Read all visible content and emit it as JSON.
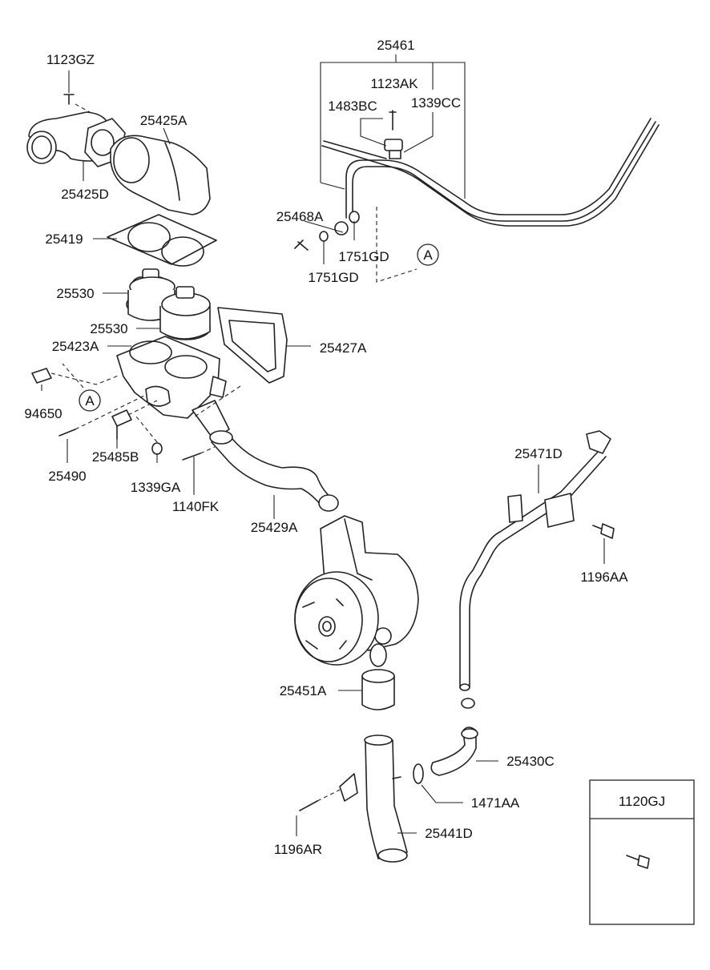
{
  "diagram": {
    "callouts": {
      "c25461": "25461",
      "c1123AK": "1123AK",
      "c1483BC": "1483BC",
      "c1339CC": "1339CC",
      "c1123GZ": "1123GZ",
      "c25425A": "25425A",
      "c25425D": "25425D",
      "c25419": "25419",
      "c25468A": "25468A",
      "c1751GD_a": "1751GD",
      "c1751GD_b": "1751GD",
      "c25530_a": "25530",
      "c25530_b": "25530",
      "c25423A": "25423A",
      "c25427A": "25427A",
      "c94650": "94650",
      "c25485B": "25485B",
      "c25490": "25490",
      "c1339GA": "1339GA",
      "c1140FK": "1140FK",
      "c25429A": "25429A",
      "c25471D": "25471D",
      "c1196AA": "1196AA",
      "c25451A": "25451A",
      "c25430C": "25430C",
      "c1471AA": "1471AA",
      "c1196AR": "1196AR",
      "c25441D": "25441D"
    },
    "ref_markers": {
      "upper": "A",
      "lower": "A"
    },
    "legend_box": {
      "part_number": "1120GJ"
    }
  }
}
